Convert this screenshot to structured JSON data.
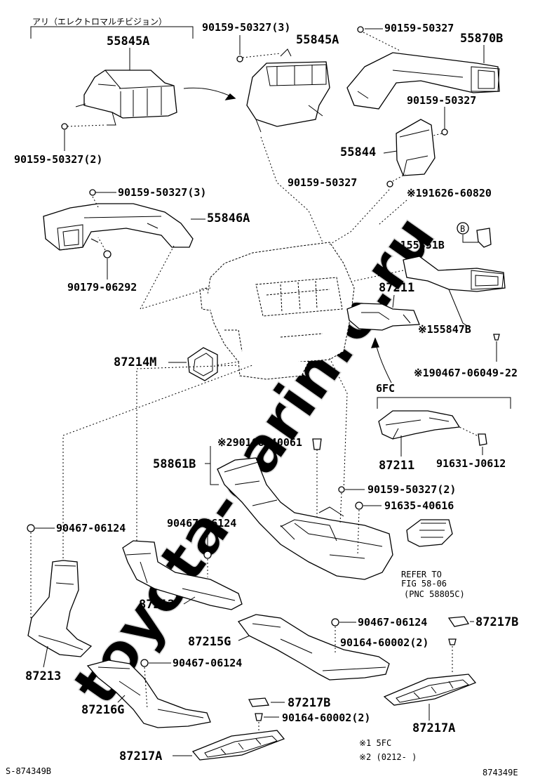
{
  "watermark": "toyota-carinfo.ru",
  "header": {
    "japanese_note": "アリ（エレクトロマルチビジョン）"
  },
  "parts": {
    "p55845A_left": "55845A",
    "p55845A_right": "55845A",
    "p55870B": "55870B",
    "p55844": "55844",
    "p55846A": "55846A",
    "p87211_top": "87211",
    "p155851B": "※155851B",
    "p155847B": "※155847B",
    "p87214M": "87214M",
    "p58861B": "58861B",
    "p87211_bottom": "87211",
    "p87212": "87212",
    "p87213": "87213",
    "p87215G": "87215G",
    "p87216G": "87216G",
    "p87217A_left": "87217A",
    "p87217A_right": "87217A",
    "p87217B_top": "87217B",
    "p87217B_mid": "87217B"
  },
  "fasteners": {
    "f1": "90159-50327(3)",
    "f2": "90159-50327",
    "f3": "90159-50327",
    "f4": "90159-50327(2)",
    "f5": "90159-50327",
    "f6": "※191626-60820",
    "f7": "90159-50327(3)",
    "f8": "90179-06292",
    "f9": "※190467-06049-22",
    "f10": "※290168-40061",
    "f11": "91631-J0612",
    "f12": "90159-50327(2)",
    "f13": "91635-40616",
    "f14": "90467-06124",
    "f15": "90467-06124",
    "f16": "90467-06124",
    "f17": "90164-60002(2)",
    "f18": "90467-06124",
    "f19": "90164-60002(2)"
  },
  "variant_label": "6FC",
  "refer": {
    "line1": "REFER TO",
    "line2": "FIG 58-06",
    "line3": "(PNC 58805C)"
  },
  "b_symbol": "B",
  "footnotes": {
    "n1": "※1 5FC",
    "n2": "※2 (0212-       )"
  },
  "codes": {
    "left": "S-874349B",
    "right": "874349E"
  }
}
